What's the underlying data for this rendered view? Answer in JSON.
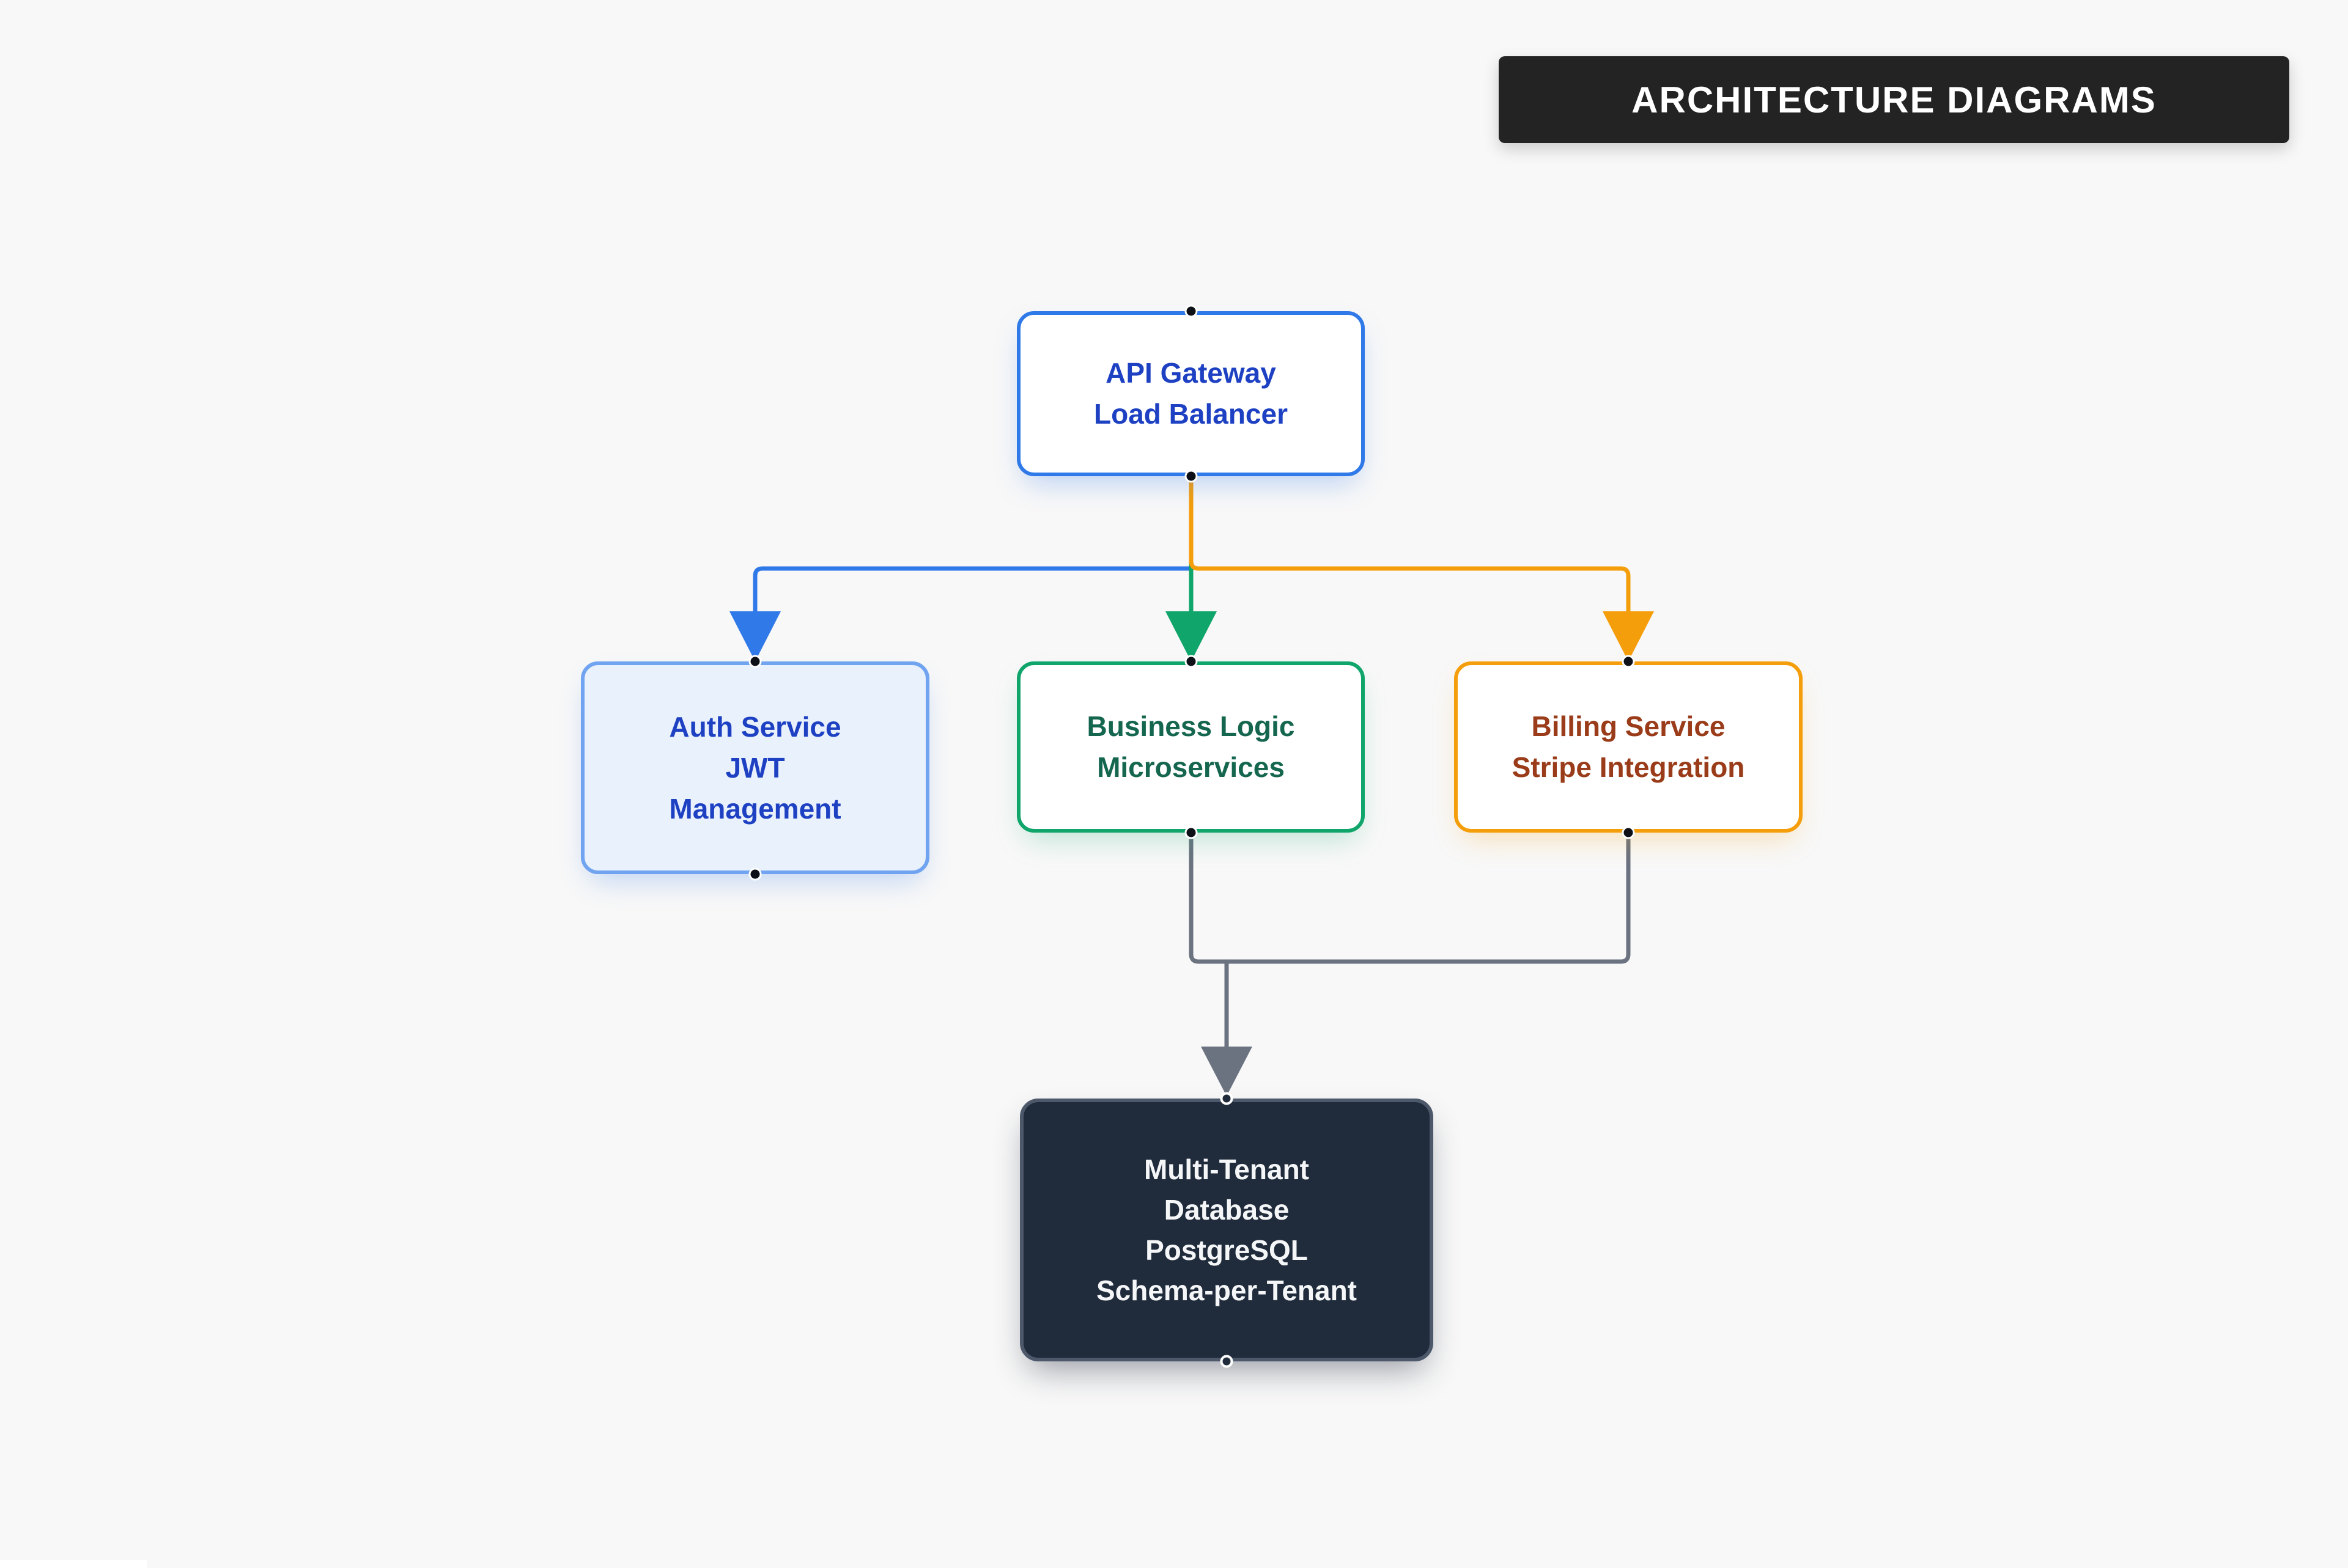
{
  "banner": {
    "title": "ARCHITECTURE DIAGRAMS"
  },
  "colors": {
    "page_bg": "#f8f8f8",
    "banner_bg": "#232323",
    "banner_text": "#ffffff",
    "blue": "#3079e8",
    "blue_light": "#70a3f0",
    "blue_tint_bg": "#e9f1fd",
    "blue_text": "#1d41c2",
    "green": "#10a56b",
    "green_text": "#15664e",
    "orange": "#f59e0b",
    "orange_text": "#9a3b19",
    "gray_edge": "#6b7280",
    "node_bg": "#ffffff",
    "db_bg": "#202c3c",
    "db_border": "#4d596b",
    "db_text": "#f5f6f8",
    "handle": "#0d1117"
  },
  "nodes": {
    "gateway": {
      "lines": [
        "API Gateway",
        "Load Balancer"
      ]
    },
    "auth": {
      "lines": [
        "Auth Service",
        "JWT",
        "Management"
      ]
    },
    "business": {
      "lines": [
        "Business Logic",
        "Microservices"
      ]
    },
    "billing": {
      "lines": [
        "Billing Service",
        "Stripe Integration"
      ]
    },
    "database": {
      "lines": [
        "Multi-Tenant",
        "Database",
        "PostgreSQL",
        "Schema-per-Tenant"
      ]
    }
  }
}
